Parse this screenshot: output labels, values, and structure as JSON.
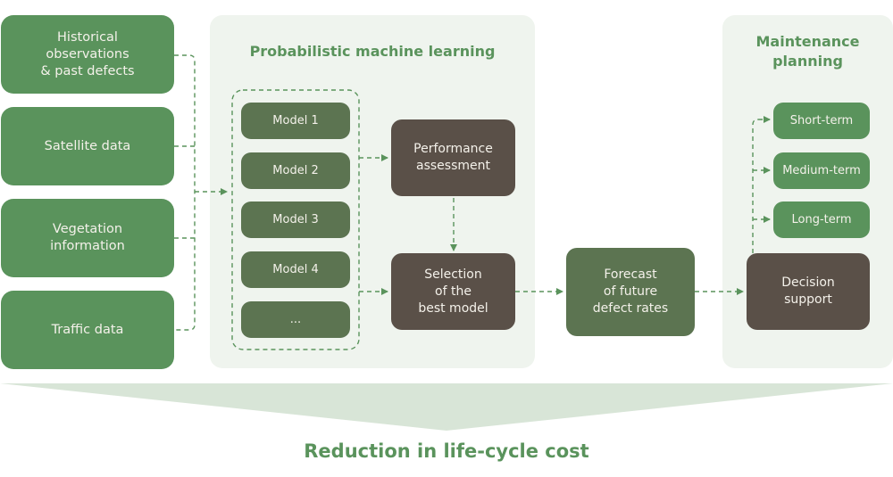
{
  "colors": {
    "input_green": "#5a935c",
    "model_green": "#5c7451",
    "dark_brown": "#5a5048",
    "panel_bg": "#eff4ee",
    "connector": "#5a935c",
    "funnel": "#d8e5d7",
    "text_light": "#f4f1ea"
  },
  "inputs": [
    {
      "label": "Historical\nobservations\n& past defects"
    },
    {
      "label": "Satellite data"
    },
    {
      "label": "Vegetation\ninformation"
    },
    {
      "label": "Traffic data"
    }
  ],
  "ml_panel": {
    "title": "Probabilistic machine learning",
    "models": [
      {
        "label": "Model 1"
      },
      {
        "label": "Model 2"
      },
      {
        "label": "Model 3"
      },
      {
        "label": "Model 4"
      },
      {
        "label": "..."
      }
    ],
    "performance": "Performance\nassessment",
    "selection": "Selection\nof the\nbest model"
  },
  "forecast": "Forecast\nof future\ndefect rates",
  "maintenance_panel": {
    "title": "Maintenance\nplanning",
    "decision": "Decision\nsupport",
    "terms": [
      {
        "label": "Short-term"
      },
      {
        "label": "Medium-term"
      },
      {
        "label": "Long-term"
      }
    ]
  },
  "footer": "Reduction in life-cycle cost"
}
